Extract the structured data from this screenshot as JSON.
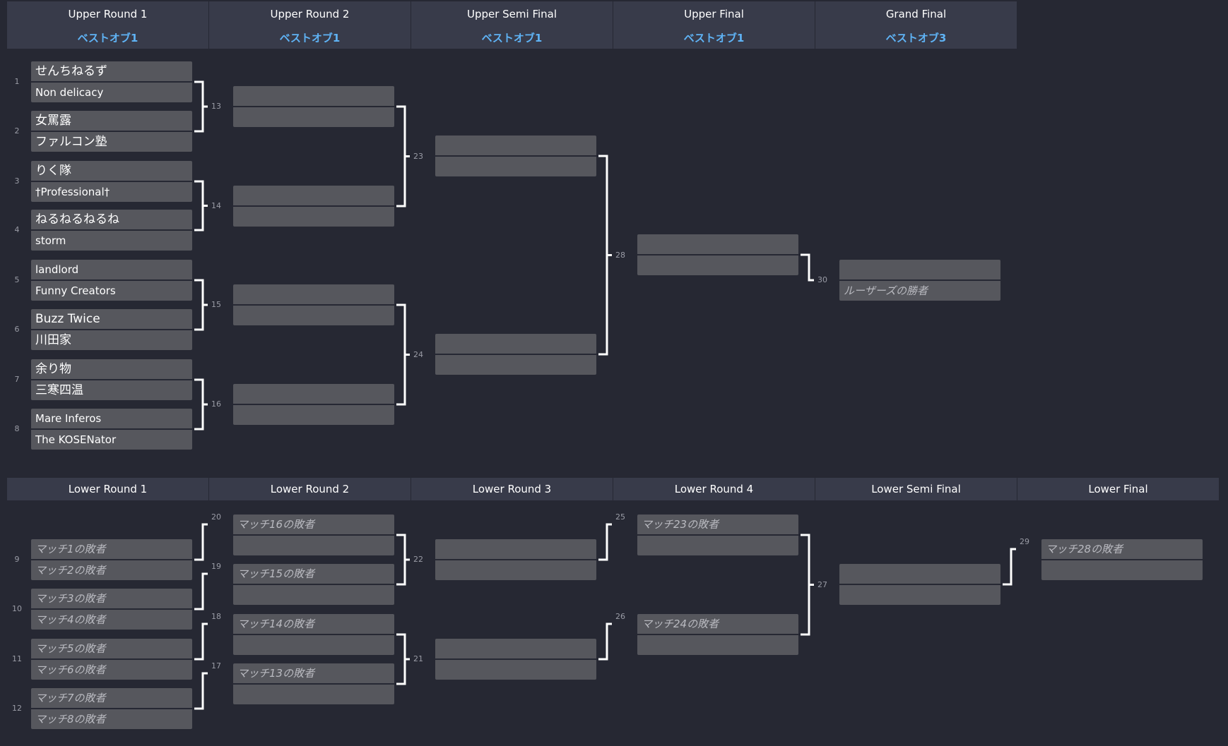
{
  "upper_rounds": [
    {
      "name": "Upper Round 1",
      "best_of": "ベストオブ1"
    },
    {
      "name": "Upper Round 2",
      "best_of": "ベストオブ1"
    },
    {
      "name": "Upper Semi Final",
      "best_of": "ベストオブ1"
    },
    {
      "name": "Upper Final",
      "best_of": "ベストオブ1"
    },
    {
      "name": "Grand Final",
      "best_of": "ベストオブ3"
    }
  ],
  "lower_rounds": [
    {
      "name": "Lower Round 1"
    },
    {
      "name": "Lower Round 2"
    },
    {
      "name": "Lower Round 3"
    },
    {
      "name": "Lower Round 4"
    },
    {
      "name": "Lower Semi Final"
    },
    {
      "name": "Lower Final"
    }
  ],
  "matches": {
    "1": {
      "seed": "1",
      "top": "せんちねるず",
      "bottom": "Non delicacy"
    },
    "2": {
      "seed": "2",
      "top": "女罵露",
      "bottom": "ファルコン塾"
    },
    "3": {
      "seed": "3",
      "top": "りく隊",
      "bottom": "†Professional†"
    },
    "4": {
      "seed": "4",
      "top": "ねるねるねるね",
      "bottom": "storm"
    },
    "5": {
      "seed": "5",
      "top": "landlord",
      "bottom": "Funny Creators"
    },
    "6": {
      "seed": "6",
      "top": "Buzz Twice",
      "bottom": "川田家"
    },
    "7": {
      "seed": "7",
      "top": "余り物",
      "bottom": "三寒四温"
    },
    "8": {
      "seed": "8",
      "top": "Mare Inferos",
      "bottom": "The KOSENator"
    },
    "13": {
      "label": "13",
      "top": "",
      "bottom": ""
    },
    "14": {
      "label": "14",
      "top": "",
      "bottom": ""
    },
    "15": {
      "label": "15",
      "top": "",
      "bottom": ""
    },
    "16": {
      "label": "16",
      "top": "",
      "bottom": ""
    },
    "23": {
      "label": "23",
      "top": "",
      "bottom": ""
    },
    "24": {
      "label": "24",
      "top": "",
      "bottom": ""
    },
    "28": {
      "label": "28",
      "top": "",
      "bottom": ""
    },
    "30": {
      "label": "30",
      "top": "",
      "bottom": "ルーザーズの勝者"
    },
    "9": {
      "seed": "9",
      "top": "マッチ1の敗者",
      "bottom": "マッチ2の敗者"
    },
    "10": {
      "seed": "10",
      "top": "マッチ3の敗者",
      "bottom": "マッチ4の敗者"
    },
    "11": {
      "seed": "11",
      "top": "マッチ5の敗者",
      "bottom": "マッチ6の敗者"
    },
    "12": {
      "seed": "12",
      "top": "マッチ7の敗者",
      "bottom": "マッチ8の敗者"
    },
    "20": {
      "label": "20",
      "top": "マッチ16の敗者",
      "bottom": ""
    },
    "19": {
      "label": "19",
      "top": "マッチ15の敗者",
      "bottom": ""
    },
    "18": {
      "label": "18",
      "top": "マッチ14の敗者",
      "bottom": ""
    },
    "17": {
      "label": "17",
      "top": "マッチ13の敗者",
      "bottom": ""
    },
    "22": {
      "label": "22",
      "top": "",
      "bottom": ""
    },
    "21": {
      "label": "21",
      "top": "",
      "bottom": ""
    },
    "25": {
      "label": "25",
      "top": "マッチ23の敗者",
      "bottom": ""
    },
    "26": {
      "label": "26",
      "top": "マッチ24の敗者",
      "bottom": ""
    },
    "27": {
      "label": "27",
      "top": "",
      "bottom": ""
    },
    "29": {
      "label": "29",
      "top": "マッチ28の敗者",
      "bottom": ""
    }
  },
  "colors": {
    "background": "#262833",
    "header": "#383b4a",
    "slot": "#56575d",
    "best_of": "#5fb3f5",
    "connector": "#ffffff"
  }
}
